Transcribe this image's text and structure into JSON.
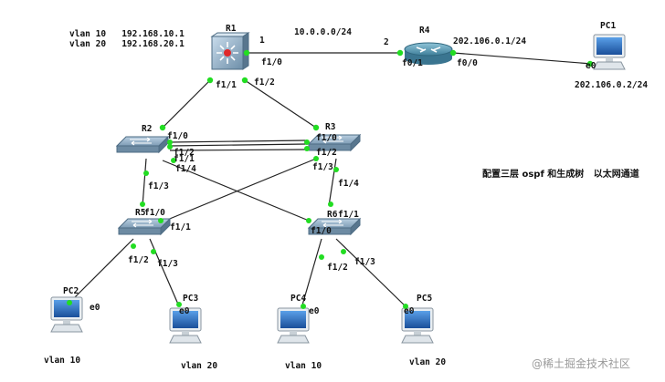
{
  "header": {
    "vlan_line1": "vlan 10   192.168.10.1",
    "vlan_line2": "vlan 20   192.168.20.1",
    "net_r1_r4": "10.0.0.0/24",
    "net_r4_pc1": "202.106.0.1/24",
    "pc1_ip": "202.106.0.2/24"
  },
  "devices": {
    "r1": "R1",
    "r2": "R2",
    "r3": "R3",
    "r4": "R4",
    "r5": "R5",
    "r6": "R6",
    "pc1": "PC1",
    "pc2": "PC2",
    "pc3": "PC3",
    "pc4": "PC4",
    "pc5": "PC5"
  },
  "ports": {
    "r1_link_num": "1",
    "r1_f10": "f1/0",
    "r1_f11": "f1/1",
    "r1_f12": "f1/2",
    "r4_link_num": "2",
    "r4_f01": "f0/1",
    "r4_f00": "f0/0",
    "pc1_e0": "e0",
    "r2_f10": "f1/0",
    "r2_f12": "f1/2",
    "r2_f11": "f1/1",
    "r2_f14": "f1/4",
    "r2_f13": "f1/3",
    "r3_f10": "f1/0",
    "r3_f12": "f1/2",
    "r3_f13": "f1/3",
    "r3_f14": "f1/4",
    "r5_f10": "f1/0",
    "r5_f11": "f1/1",
    "r5_f12": "f1/2",
    "r5_f13": "f1/3",
    "r6_f11": "f1/1",
    "r6_f10": "f1/0",
    "r6_f12": "f1/2",
    "r6_f13": "f1/3",
    "pc2_e0": "e0",
    "pc3_e0": "e0",
    "pc4_e0": "e0",
    "pc5_e0": "e0"
  },
  "vlans": {
    "pc2": "vlan 10",
    "pc3": "vlan 20",
    "pc4": "vlan 10",
    "pc5": "vlan 20"
  },
  "note": "配置三层 ospf 和生成树   以太网通道",
  "watermark": "@稀土掘金技术社区",
  "colors": {
    "link": "#222222",
    "port_dot": "#22dd22",
    "switch": "#6f8fa8",
    "router": "#3f7f9a",
    "pc_screen": "#1f64b4"
  }
}
